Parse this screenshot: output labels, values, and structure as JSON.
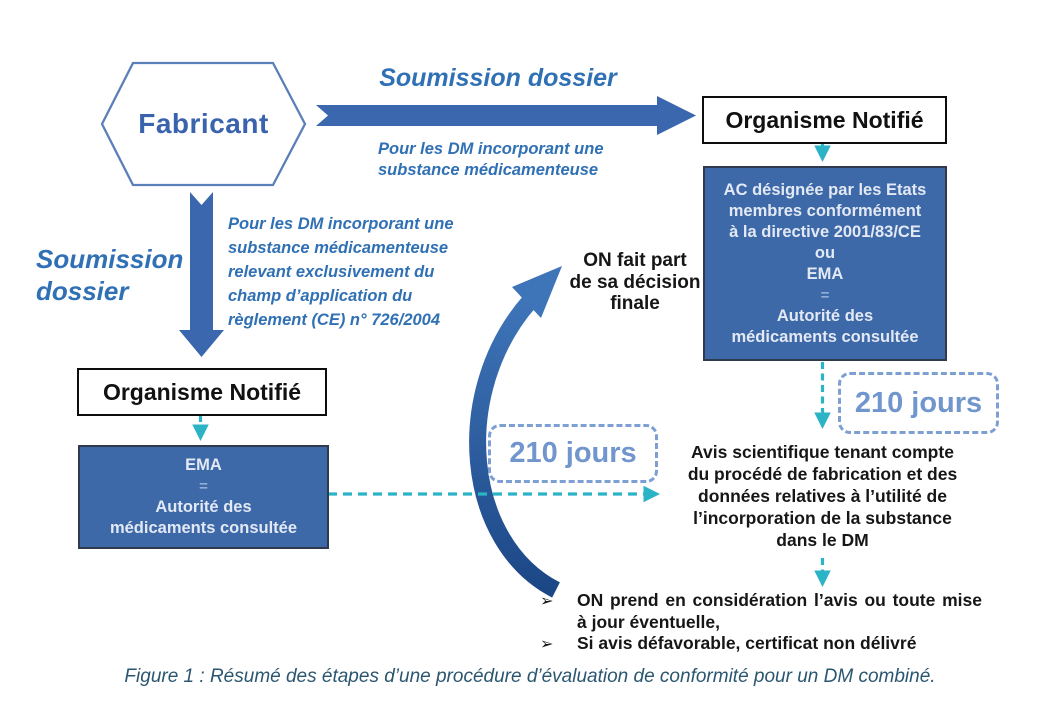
{
  "diagram": {
    "fabricant_label": "Fabricant",
    "soumission_top_label": "Soumission dossier",
    "soumission_top_note": [
      "Pour les DM incorporant une",
      "substance médicamenteuse"
    ],
    "soumission_left_label": [
      "Soumission",
      "dossier"
    ],
    "left_note": [
      "Pour les DM incorporant une",
      "substance médicamenteuse",
      "relevant exclusivement du",
      "champ d’application du",
      "règlement (CE) n° 726/2004"
    ],
    "organisme_notifie_right": "Organisme Notifié",
    "organisme_notifie_left": "Organisme Notifié",
    "ac_box_lines": [
      "AC désignée par les Etats",
      "membres conformément",
      "à la directive 2001/83/CE",
      "ou",
      "EMA",
      "=",
      "Autorité des",
      "médicaments consultée"
    ],
    "ema_box_lines": [
      "EMA",
      "=",
      "Autorité des",
      "médicaments consultée"
    ],
    "decision_note": [
      "ON fait part",
      "de sa décision",
      "finale"
    ],
    "badge_right_label": "210 jours",
    "badge_left_label": "210 jours",
    "avis_block": [
      "Avis scientifique tenant compte",
      "du procédé de fabrication et des",
      "données relatives à l’utilité de",
      "l’incorporation de la substance",
      "dans le DM"
    ],
    "bullets": [
      "ON prend en considération l’avis ou toute mise à jour éventuelle,",
      "Si avis défavorable, certificat non délivré"
    ],
    "caption": "Figure 1 : Résumé des étapes d’une procédure d’évaluation de conformité pour un DM combiné.",
    "bullet_glyph": "➢"
  },
  "colors": {
    "arrow_blue": "#3a67ad",
    "curve_blue_top": "#3e74b8",
    "curve_blue_bottom": "#1c4786",
    "box_blue_fill": "#3e69a8",
    "box_blue_border": "#2f3b4c",
    "hexagon_border": "#5b7fb9",
    "label_blue": "#3070b4",
    "teal_dashed": "#2bb3c6",
    "badge_blue": "#7d9fd3",
    "caption_color": "#2b5670"
  }
}
